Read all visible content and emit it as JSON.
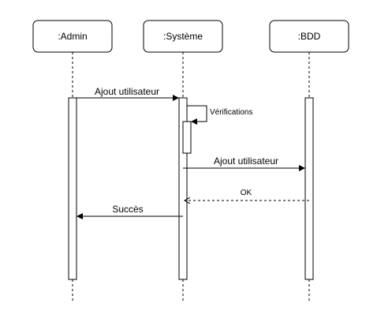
{
  "participants": [
    {
      "label": ":Admin"
    },
    {
      "label": ":Système"
    },
    {
      "label": ":BDD"
    }
  ],
  "messages": [
    {
      "from": ":Admin",
      "to": ":Système",
      "label": "Ajout utilisateur",
      "kind": "sync"
    },
    {
      "from": ":Système",
      "to": ":Système",
      "label": "Vérifications",
      "kind": "self"
    },
    {
      "from": ":Système",
      "to": ":BDD",
      "label": "Ajout utilisateur",
      "kind": "sync"
    },
    {
      "from": ":BDD",
      "to": ":Système",
      "label": "OK",
      "kind": "return"
    },
    {
      "from": ":Système",
      "to": ":Admin",
      "label": "Succès",
      "kind": "sync"
    }
  ]
}
